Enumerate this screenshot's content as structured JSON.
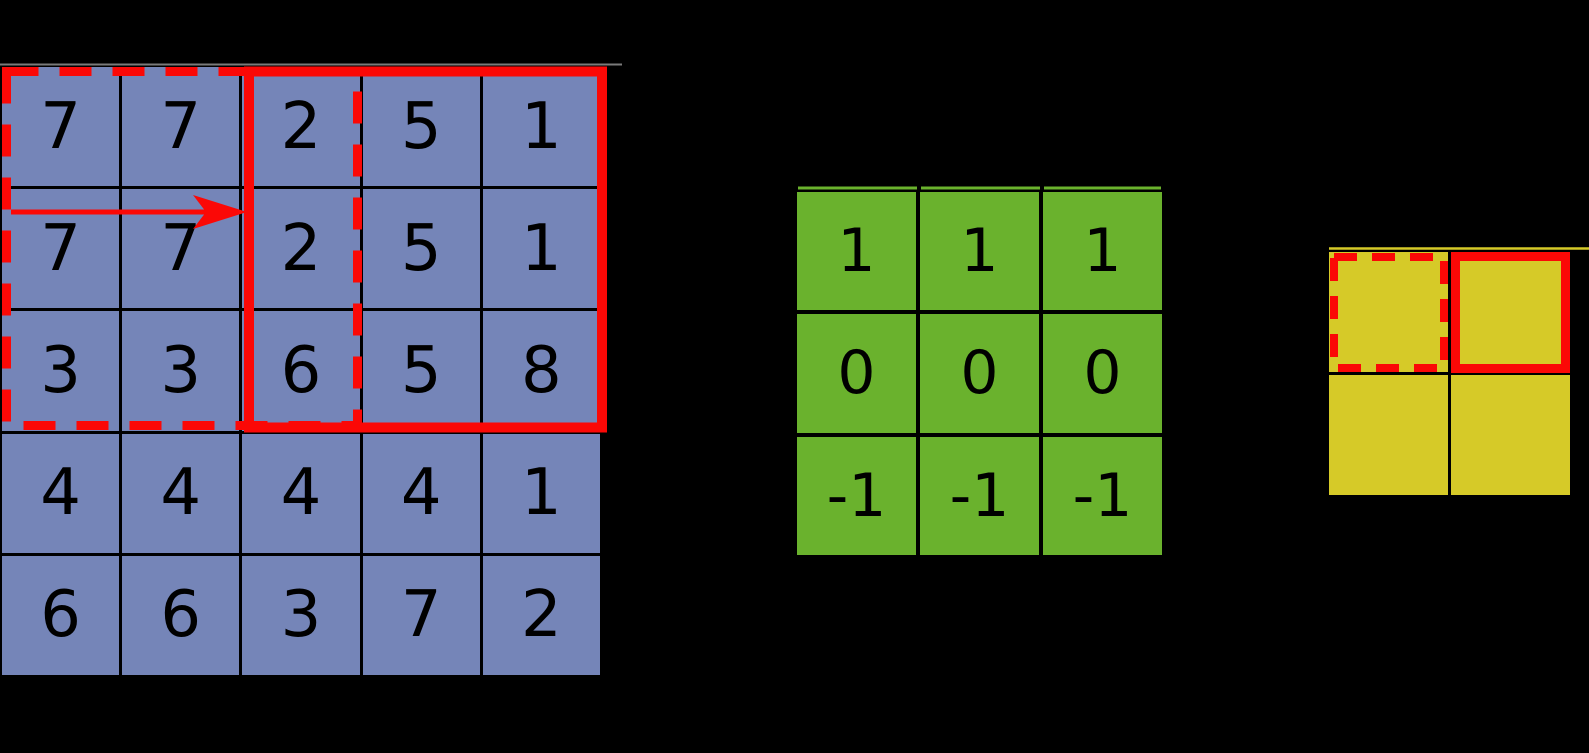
{
  "colors": {
    "background": "#000000",
    "input-cell": "#7585b8",
    "kernel-cell": "#6ab22d",
    "output-cell": "#d6ca28",
    "highlight-red": "#fb0806",
    "cell-text": "#000000",
    "gridline": "#000000",
    "input-top-line": "#7a7a7a"
  },
  "input_matrix": {
    "rows": 5,
    "cols": 5,
    "values": [
      [
        7,
        7,
        2,
        5,
        1
      ],
      [
        7,
        7,
        2,
        5,
        1
      ],
      [
        3,
        3,
        6,
        5,
        8
      ],
      [
        4,
        4,
        4,
        4,
        1
      ],
      [
        6,
        6,
        3,
        7,
        2
      ]
    ]
  },
  "kernel_matrix": {
    "rows": 3,
    "cols": 3,
    "values": [
      [
        1,
        1,
        1
      ],
      [
        0,
        0,
        0
      ],
      [
        -1,
        -1,
        -1
      ]
    ]
  },
  "output_matrix": {
    "rows": 2,
    "cols": 2,
    "values": [
      [
        "",
        ""
      ],
      [
        "",
        ""
      ]
    ]
  },
  "overlays": {
    "previous_window_style": "dashed",
    "current_window_style": "solid",
    "stride_arrow_direction": "right",
    "stride_cells": 2,
    "output_previous_cell_style": "dashed",
    "output_current_cell_style": "solid"
  }
}
